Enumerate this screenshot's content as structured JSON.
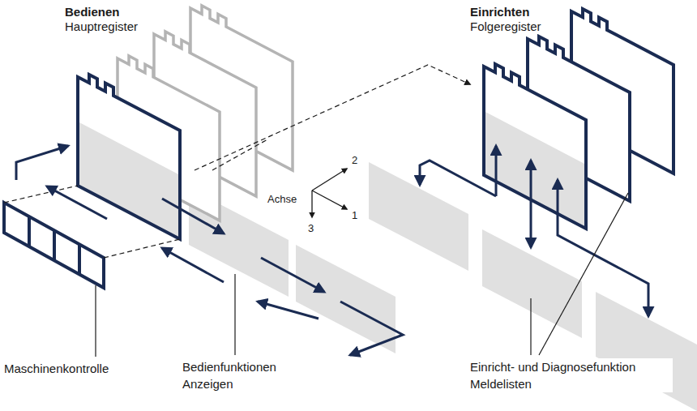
{
  "diagram": {
    "nodes": [
      {
        "text": [
          "Bedienen",
          "Hauptregister"
        ]
      },
      {
        "text": [
          "Einrichten",
          "Folgeregister"
        ]
      }
    ],
    "edges": [
      {
        "from": 0,
        "to": 1,
        "arrow": "to"
      }
    ],
    "labels": [
      "Achse",
      "2",
      "1",
      "3",
      "Maschinenkontrolle",
      "Bedienfunktionen Anzeigen",
      "Einricht- und Diagnosefunktion Meldelisten"
    ]
  }
}
